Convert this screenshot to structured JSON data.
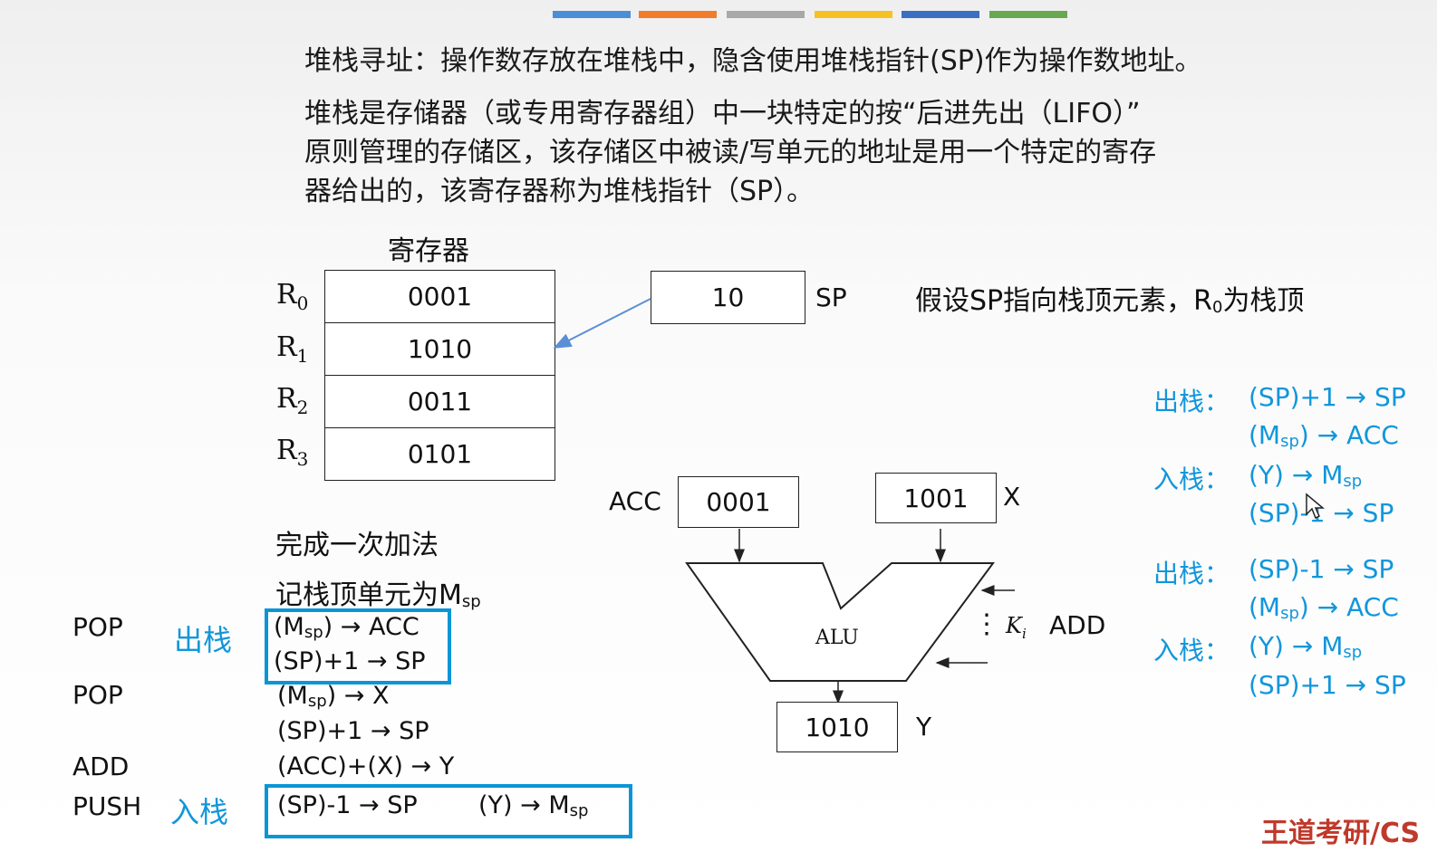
{
  "colors": {
    "accent_bars": [
      "#4a8ed6",
      "#ef7d2b",
      "#a8a8a8",
      "#f6c221",
      "#3a6fc2",
      "#6aa84f"
    ],
    "highlight": "#1296db",
    "logo": "#c0392b"
  },
  "intro": {
    "line1": "堆栈寻址：操作数存放在堆栈中，隐含使用堆栈指针(SP)作为操作数地址。",
    "line2": "堆栈是存储器（或专用寄存器组）中一块特定的按“后进先出（LIFO）”",
    "line3": "原则管理的存储区，该存储区中被读/写单元的地址是用一个特定的寄存",
    "line4": "器给出的，该寄存器称为堆栈指针（SP）。"
  },
  "registers": {
    "title": "寄存器",
    "rows": [
      {
        "name": "R",
        "sub": "0",
        "value": "0001"
      },
      {
        "name": "R",
        "sub": "1",
        "value": "1010"
      },
      {
        "name": "R",
        "sub": "2",
        "value": "0011"
      },
      {
        "name": "R",
        "sub": "3",
        "value": "0101"
      }
    ]
  },
  "sp": {
    "value": "10",
    "label": "SP"
  },
  "assumption": {
    "text": "假设SP指向栈顶元素，R",
    "sub": "0",
    "suffix": "为栈顶"
  },
  "alu": {
    "acc_label": "ACC",
    "acc_value": "0001",
    "x_value": "1001",
    "x_label": "X",
    "core_label": "ALU",
    "ki_label": "K",
    "ki_sub": "i",
    "ki_dots": "⋮",
    "op_label": "ADD",
    "y_value": "1010",
    "y_label": "Y"
  },
  "addition": {
    "title": "完成一次加法",
    "note_prefix": "记栈顶单元为M",
    "note_sub": "sp"
  },
  "program": {
    "instructions": [
      "POP",
      "POP",
      "ADD",
      "PUSH"
    ],
    "pop_tag": "出栈",
    "push_tag": "入栈",
    "ops": {
      "pop1_a_pre": "(M",
      "pop1_a_sub": "sp",
      "pop1_a_post": ") → ACC",
      "pop1_b": "(SP)+1 → SP",
      "pop2_a_pre": "(M",
      "pop2_a_sub": "sp",
      "pop2_a_post": ") → X",
      "pop2_b": "(SP)+1 → SP",
      "add": "(ACC)+(X) → Y",
      "push_a": "(SP)-1 → SP",
      "push_b_pre": "(Y) → M",
      "push_b_sub": "sp"
    }
  },
  "rules": {
    "set1": {
      "pop_label": "出栈：",
      "pop_1": "(SP)+1 → SP",
      "pop_2_pre": "(M",
      "pop_2_sub": "sp",
      "pop_2_post": ") → ACC",
      "push_label": "入栈：",
      "push_1_pre": "(Y) → M",
      "push_1_sub": "sp",
      "push_2": "(SP)-1 → SP"
    },
    "set2": {
      "pop_label": "出栈：",
      "pop_1": "(SP)-1 → SP",
      "pop_2_pre": "(M",
      "pop_2_sub": "sp",
      "pop_2_post": ") → ACC",
      "push_label": "入栈：",
      "push_1_pre": "(Y) → M",
      "push_1_sub": "sp",
      "push_2": "(SP)+1 → SP"
    }
  },
  "logo": "王道考研/CS"
}
